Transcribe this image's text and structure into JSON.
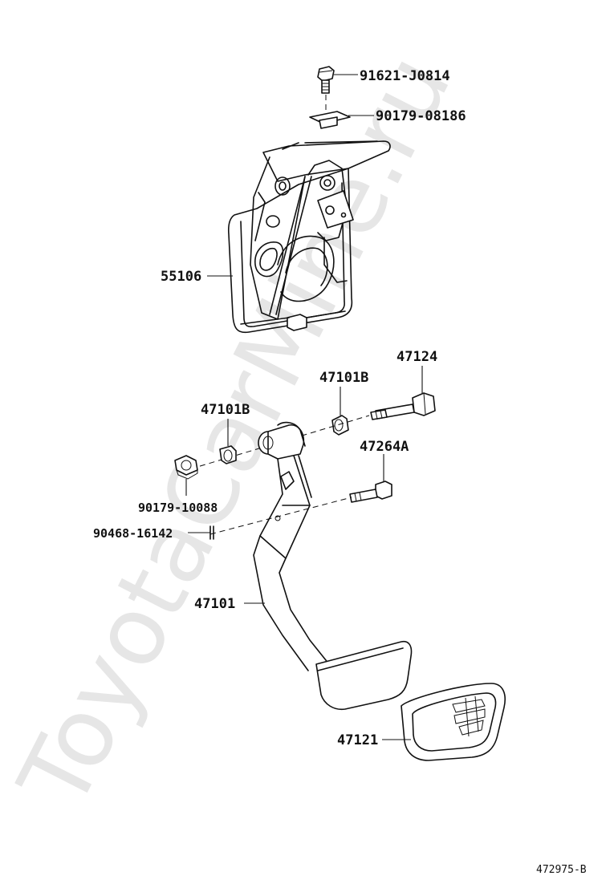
{
  "watermark": "ToyotaCarMine.ru",
  "reference": "472975-B",
  "labels": {
    "bolt_top": "91621-J0814",
    "nut_top": "90179-08186",
    "bracket": "55106",
    "bushing_right": "47101B",
    "bolt_long": "47124",
    "bushing_left": "47101B",
    "bolt_short": "47264A",
    "nut_left": "90179-10088",
    "pin": "90468-16142",
    "pedal_arm": "47101",
    "pedal_pad": "47121"
  }
}
